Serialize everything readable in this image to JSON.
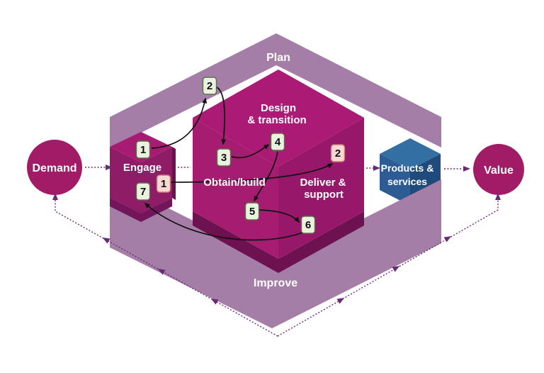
{
  "diagram": {
    "kind": "service-value-chain",
    "flow_nodes": {
      "demand": "Demand",
      "value": "Value"
    },
    "activities": {
      "plan": "Plan",
      "improve": "Improve",
      "engage": "Engage",
      "design_line1": "Design",
      "design_line2": "& transition",
      "obtain": "Obtain/build",
      "deliver_line1": "Deliver &",
      "deliver_line2": "support"
    },
    "outputs": {
      "products_line1": "Products &",
      "products_line2": "services"
    },
    "steps": {
      "green": [
        "1",
        "2",
        "3",
        "4",
        "5",
        "6",
        "7"
      ],
      "pink": [
        "1",
        "2"
      ]
    },
    "colors": {
      "magenta_cube_top": "#AB1A74",
      "magenta_cube_left": "#A61C70",
      "magenta_cube_right": "#97186A",
      "magenta_cube_base": "#6E1150",
      "engage_front": "#8E1C66",
      "band_purple": "#A57EA7",
      "blue_cube_top": "#336FA3",
      "blue_cube_left": "#2C5C93",
      "blue_cube_right": "#1E4B7C",
      "node_circle": "#A21B66",
      "badge_green_bg": "#EAF2DF",
      "badge_green_border": "#5C7048",
      "badge_pink_bg": "#F8D8D2",
      "badge_pink_border": "#C87B72",
      "dotted_line": "#6B2A75",
      "flow_arrow": "#111111",
      "label_text": "#FFFFFF"
    }
  }
}
